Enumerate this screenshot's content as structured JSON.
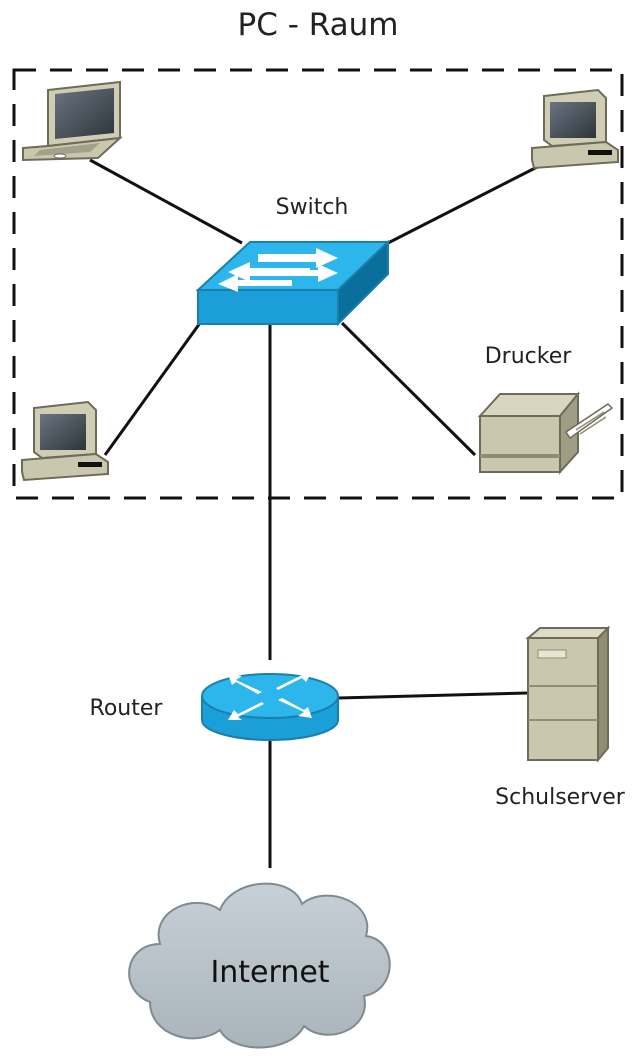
{
  "title": "PC - Raum",
  "labels": {
    "switch": "Switch",
    "printer": "Drucker",
    "router": "Router",
    "server": "Schulserver",
    "internet": "Internet"
  },
  "colors": {
    "device_beige": "#c9c7ae",
    "device_shadow": "#8f8e74",
    "network_blue": "#1b9fd8",
    "network_blue_dark": "#0b6f9b",
    "cloud_gray": "#b7c1c8",
    "link_black": "#111111"
  },
  "icons": {
    "laptop": "laptop-icon",
    "desktop": "desktop-pc-icon",
    "switch": "switch-icon",
    "printer": "printer-icon",
    "router": "router-icon",
    "server": "server-icon",
    "cloud": "cloud-icon"
  }
}
